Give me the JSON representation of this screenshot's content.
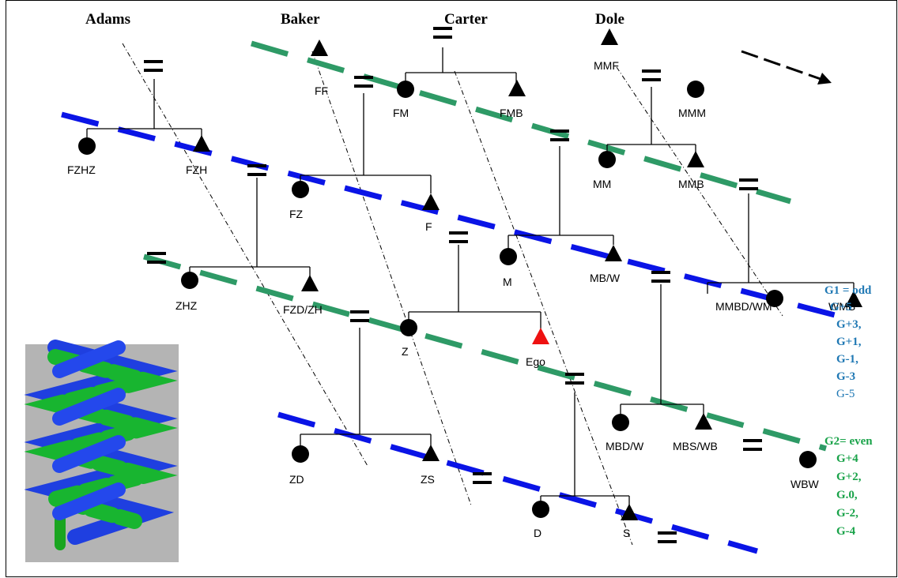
{
  "headers": [
    "Adams",
    "Baker",
    "Carter",
    "Dole"
  ],
  "individuals": [
    {
      "id": "FF",
      "label": "FF",
      "shape": "triangle"
    },
    {
      "id": "FM",
      "label": "FM",
      "shape": "circle"
    },
    {
      "id": "FMB",
      "label": "FMB",
      "shape": "triangle"
    },
    {
      "id": "MMF",
      "label": "MMF",
      "shape": "triangle"
    },
    {
      "id": "MMM",
      "label": "MMM",
      "shape": "circle"
    },
    {
      "id": "FZHZ",
      "label": "FZHZ",
      "shape": "circle"
    },
    {
      "id": "FZH",
      "label": "FZH",
      "shape": "triangle"
    },
    {
      "id": "MM",
      "label": "MM",
      "shape": "circle"
    },
    {
      "id": "MMB",
      "label": "MMB",
      "shape": "triangle"
    },
    {
      "id": "FZ",
      "label": "FZ",
      "shape": "circle"
    },
    {
      "id": "F",
      "label": "F",
      "shape": "triangle"
    },
    {
      "id": "M",
      "label": "M",
      "shape": "circle"
    },
    {
      "id": "MBW",
      "label": "MB/W",
      "shape": "triangle"
    },
    {
      "id": "ZHZ",
      "label": "ZHZ",
      "shape": "circle"
    },
    {
      "id": "FZDZH",
      "label": "FZD/ZH",
      "shape": "triangle"
    },
    {
      "id": "MMBDWM",
      "label": "MMBD/WM",
      "shape": "circle"
    },
    {
      "id": "WMB",
      "label": "WMB",
      "shape": "triangle"
    },
    {
      "id": "Z",
      "label": "Z",
      "shape": "circle"
    },
    {
      "id": "Ego",
      "label": "Ego",
      "shape": "triangle"
    },
    {
      "id": "MBDW",
      "label": "MBD/W",
      "shape": "circle"
    },
    {
      "id": "MBSWB",
      "label": "MBS/WB",
      "shape": "triangle"
    },
    {
      "id": "WBW",
      "label": "WBW",
      "shape": "circle"
    },
    {
      "id": "ZD",
      "label": "ZD",
      "shape": "circle"
    },
    {
      "id": "ZS",
      "label": "ZS",
      "shape": "triangle"
    },
    {
      "id": "D",
      "label": "D",
      "shape": "circle"
    },
    {
      "id": "S",
      "label": "S",
      "shape": "triangle"
    }
  ],
  "legend": {
    "odd": {
      "title": "G1 = odd",
      "items": [
        "G+5",
        "G+3,",
        "G+1,",
        "G-1,",
        "G-3",
        "G-5"
      ],
      "color": "#1f78b4"
    },
    "even": {
      "title": "G2= even",
      "items": [
        "G+4",
        "G+2,",
        "G.0,",
        "G-2,",
        "G-4"
      ],
      "color": "#1aa34a"
    }
  },
  "colors": {
    "blue": "#0a14e6",
    "green": "#2e9a66",
    "ego": "#ee1111",
    "helix_bg": "#b4b4b4"
  }
}
